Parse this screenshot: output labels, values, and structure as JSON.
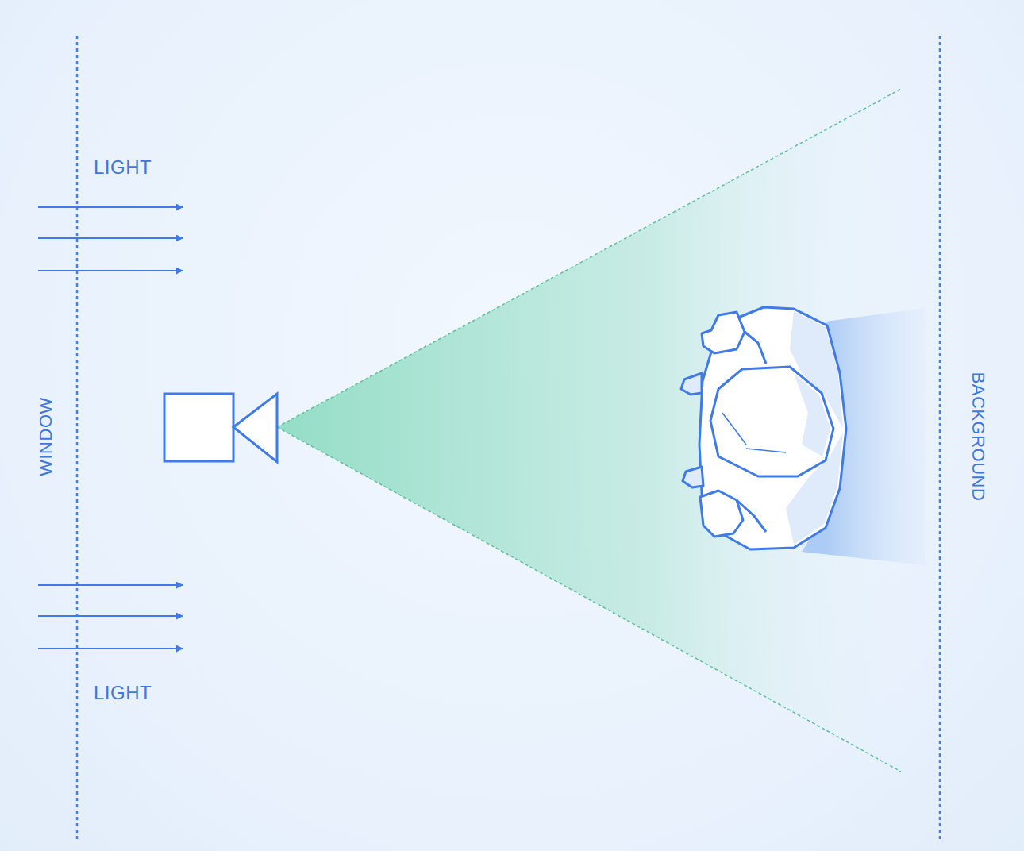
{
  "diagram": {
    "labels": [
      "LIGHT",
      "WINDOW",
      "LIGHT",
      "BACKGROUND"
    ]
  }
}
